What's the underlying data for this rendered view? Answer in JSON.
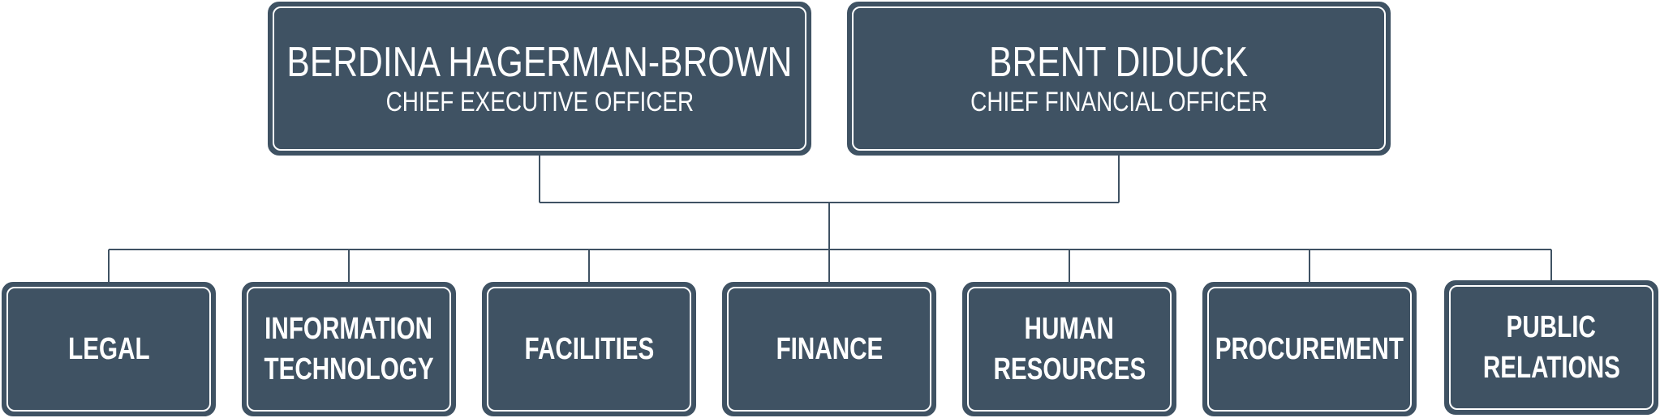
{
  "executives": [
    {
      "name": "BERDINA HAGERMAN-BROWN",
      "title": "CHIEF EXECUTIVE OFFICER"
    },
    {
      "name": "BRENT DIDUCK",
      "title": "CHIEF FINANCIAL OFFICER"
    }
  ],
  "departments": [
    {
      "lines": [
        "LEGAL"
      ]
    },
    {
      "lines": [
        "INFORMATION",
        "TECHNOLOGY"
      ]
    },
    {
      "lines": [
        "FACILITIES"
      ]
    },
    {
      "lines": [
        "FINANCE"
      ]
    },
    {
      "lines": [
        "HUMAN",
        "RESOURCES"
      ]
    },
    {
      "lines": [
        "PROCUREMENT"
      ]
    },
    {
      "lines": [
        "PUBLIC",
        "RELATIONS"
      ]
    }
  ],
  "colors": {
    "box_fill": "#3f5263",
    "box_inner_border": "#ffffff",
    "connector": "#3f5263",
    "text": "#ffffff"
  }
}
